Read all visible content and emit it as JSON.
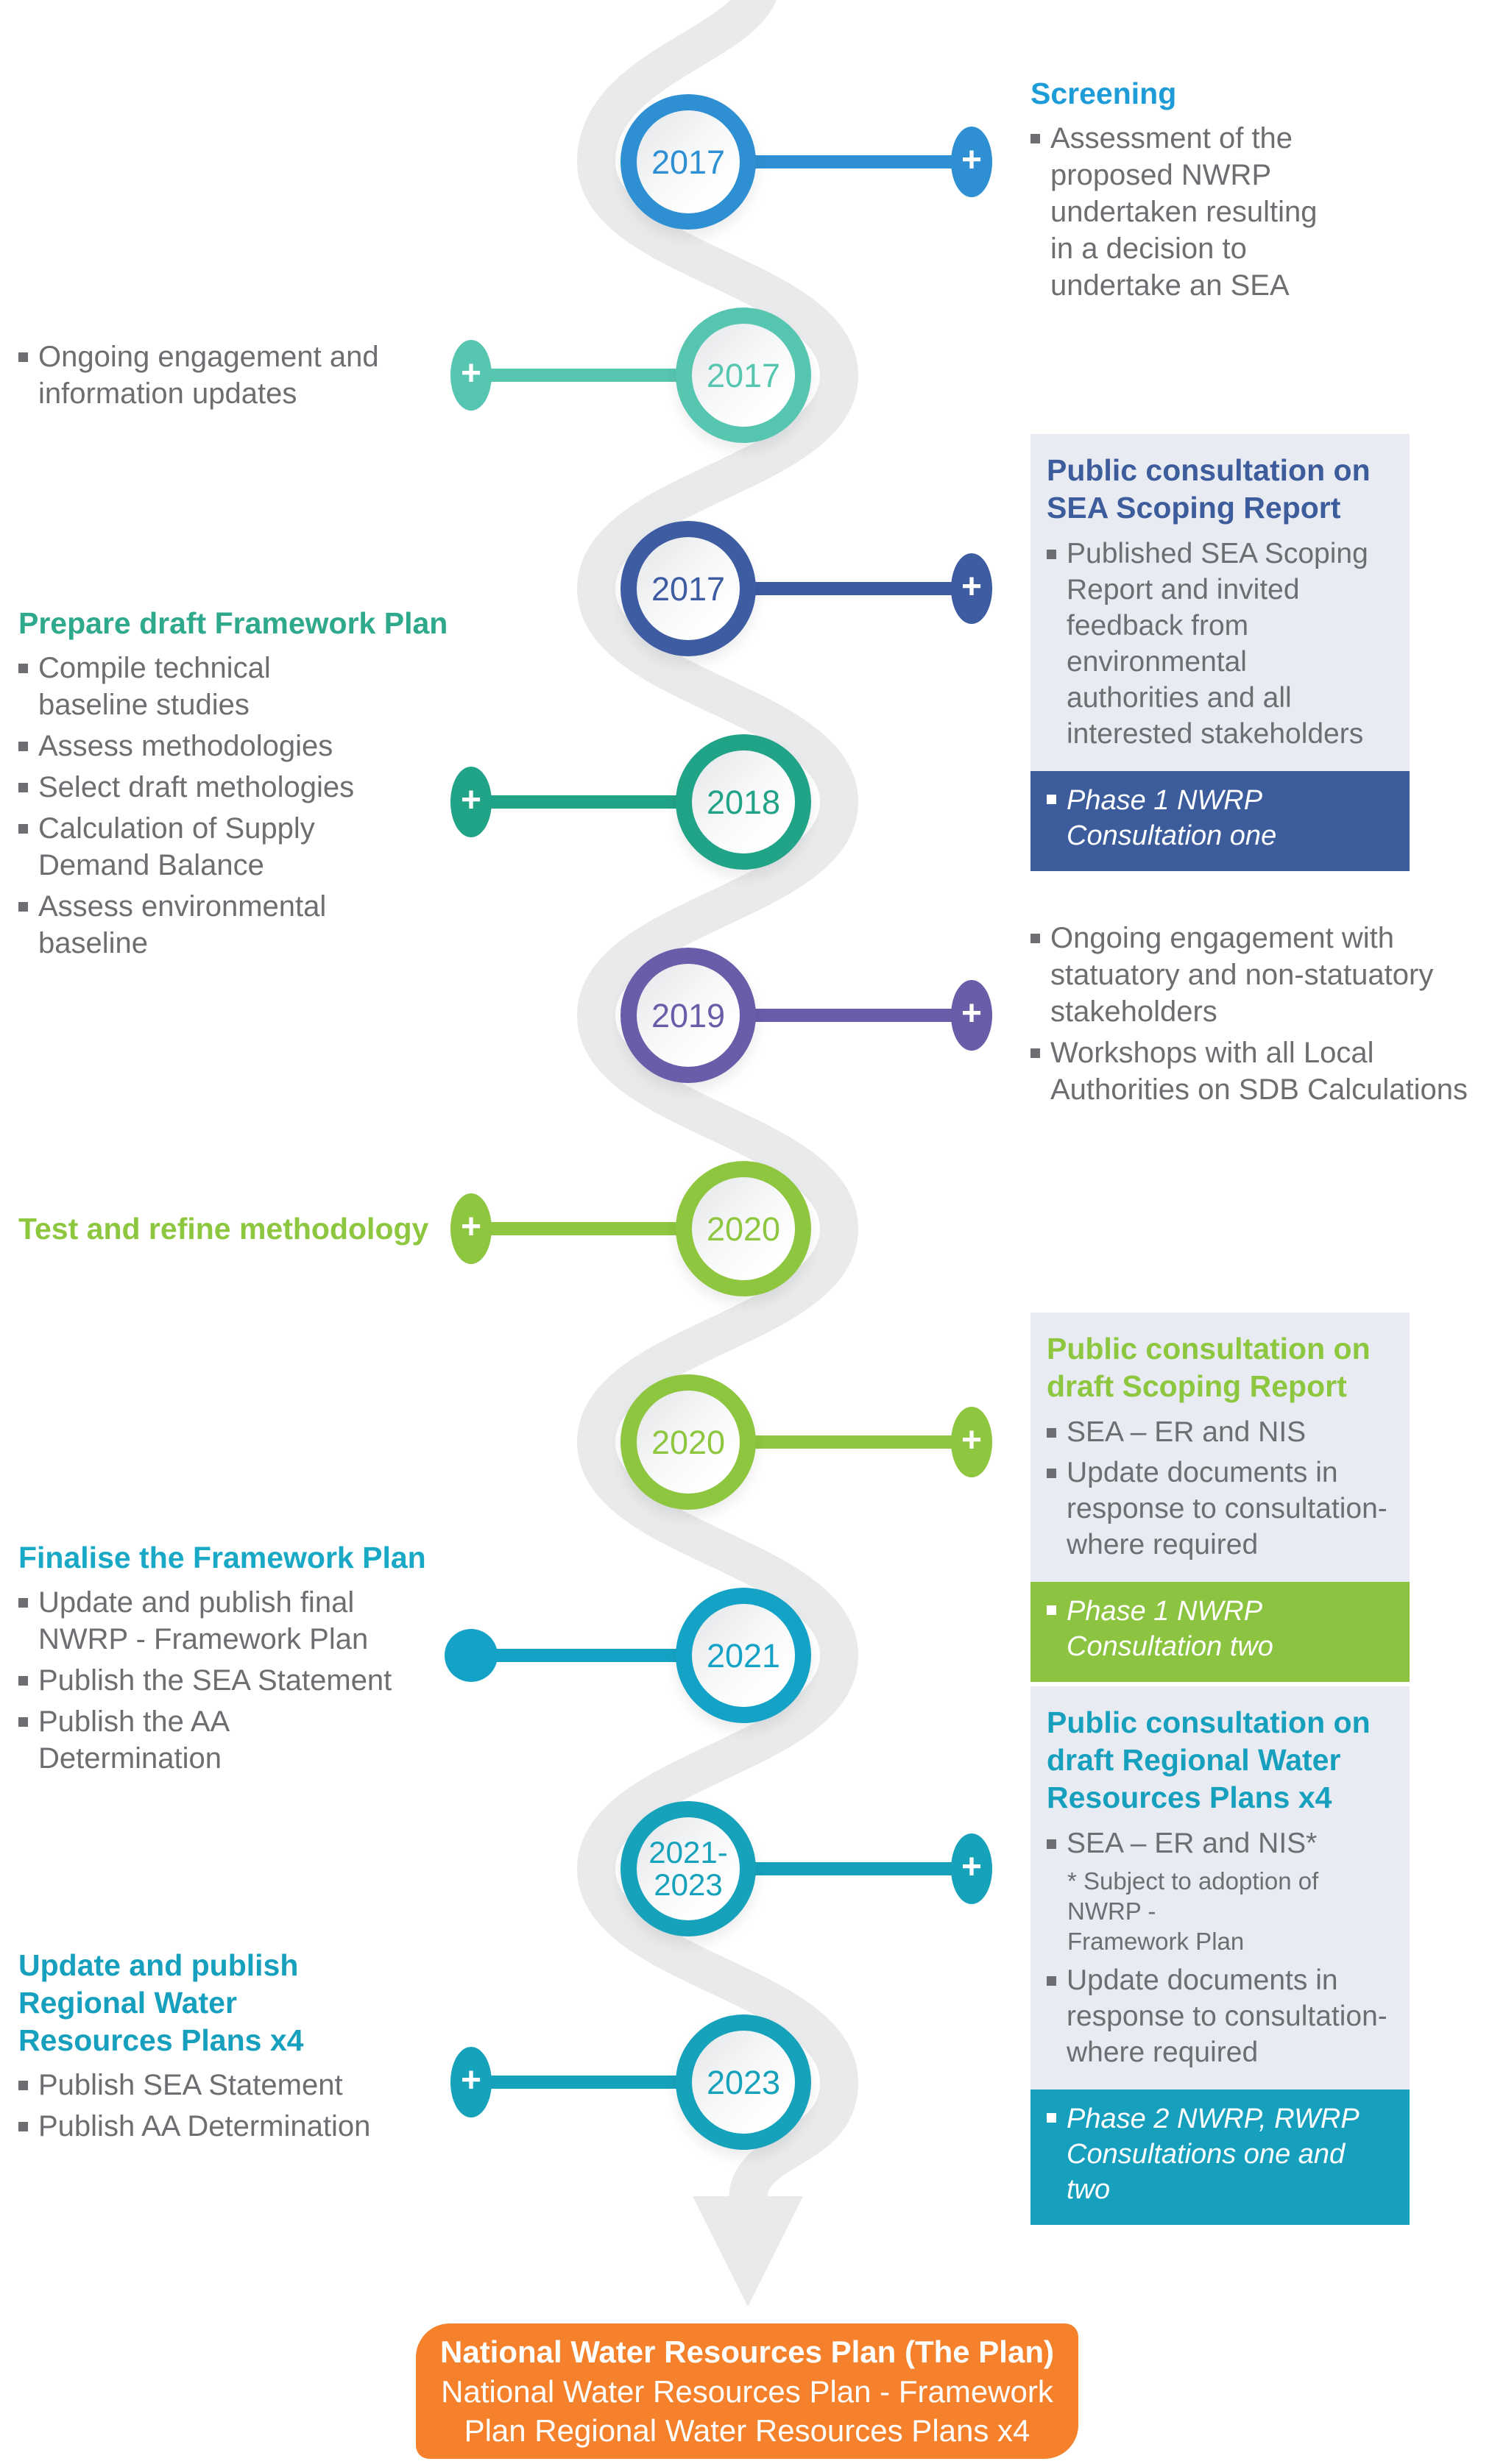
{
  "colors": {
    "node1_blue": "#2E90D3",
    "node2_mint": "#56C6B1",
    "node3_indigo": "#3D5CA2",
    "node4_green": "#21A387",
    "node5_purple": "#6A5CA9",
    "node6_lime": "#8EC63F",
    "node8_cyan": "#14A3C6",
    "node9_teal": "#16A2BB",
    "heading_blue": "#1E9CD8",
    "heading_green": "#2FA98C",
    "heading_indigo": "#3D5C9C",
    "heading_lime": "#8DC63F",
    "footer_lime": "#8CC340",
    "heading_cyan": "#19A9C7",
    "heading_teal": "#17A0BE",
    "body_gray": "#6D6E71",
    "box_bg": "#E9EBF3",
    "path_gray": "#E9EAEC",
    "orange": "#F5812C"
  },
  "icons": {
    "plus": "+"
  },
  "nodes": [
    {
      "year": "2017"
    },
    {
      "year": "2017"
    },
    {
      "year": "2017"
    },
    {
      "year": "2018"
    },
    {
      "year": "2019"
    },
    {
      "year": "2020"
    },
    {
      "year": "2020"
    },
    {
      "year": "2021"
    },
    {
      "year": "2021-\n2023"
    },
    {
      "year": "2023"
    }
  ],
  "blocks": {
    "screening": {
      "heading": "Screening",
      "bullet": "Assessment of the\nproposed NWRP\nundertaken resulting\nin a decision to\nundertake an SEA"
    },
    "engagement2017": {
      "bullet": "Ongoing engagement and\ninformation updates"
    },
    "box_sea_scoping": {
      "heading": "Public consultation on\nSEA Scoping Report",
      "bullet": "Published SEA Scoping\nReport and invited\nfeedback from\nenvironmental\nauthorities and all\ninterested stakeholders",
      "footer": "Phase 1 NWRP\nConsultation one"
    },
    "prepare_draft": {
      "heading": "Prepare draft Framework Plan",
      "bullets": [
        "Compile technical\nbaseline studies",
        "Assess methodologies",
        "Select draft methologies",
        "Calculation of Supply\nDemand Balance",
        "Assess environmental\nbaseline"
      ]
    },
    "engagement2019": {
      "bullets": [
        "Ongoing engagement with\nstatuatory and non-statuatory\nstakeholders",
        "Workshops with all Local\nAuthorities on SDB Calculations"
      ]
    },
    "test_refine": {
      "heading": "Test and refine methodology"
    },
    "box_draft_scoping": {
      "heading": "Public consultation on\ndraft Scoping Report",
      "bullets": [
        "SEA – ER and NIS",
        "Update documents in\nresponse to consultation-\nwhere required"
      ],
      "footer": "Phase 1 NWRP\nConsultation two"
    },
    "finalise": {
      "heading": "Finalise the Framework Plan",
      "bullets": [
        "Update and publish final\nNWRP - Framework Plan",
        "Publish the SEA Statement",
        "Publish the AA\nDetermination"
      ]
    },
    "box_regional": {
      "heading": "Public consultation on\ndraft Regional Water\nResources Plans x4",
      "bullet1": "SEA – ER and NIS*",
      "note": "* Subject to adoption of NWRP -\nFramework Plan",
      "bullet2": "Update documents in\nresponse to consultation-\nwhere required",
      "footer": "Phase 2 NWRP,  RWRP\nConsultations one and two"
    },
    "update_publish": {
      "heading": "Update and publish\nRegional Water\nResources Plans x4",
      "bullets": [
        "Publish SEA Statement",
        "Publish AA Determination"
      ]
    }
  },
  "banner": {
    "title": "National Water Resources Plan (The Plan)",
    "subtitle": "National Water Resources Plan - Framework\nPlan Regional Water Resources Plans x4"
  }
}
